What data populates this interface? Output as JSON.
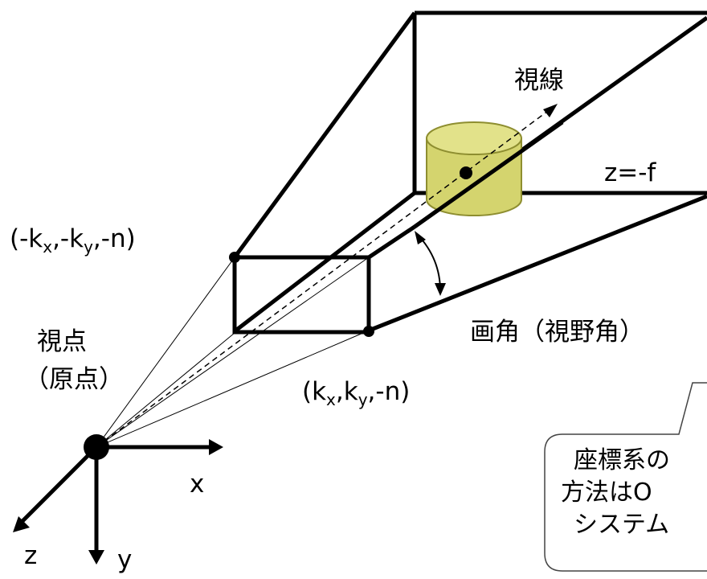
{
  "labels": {
    "view_direction": "視線",
    "far_plane": "z=-f",
    "corner_upper_left": "(-kx,-ky,-n)",
    "corner_lower_right": "(kx,ky,-n)",
    "field_of_view": "画角（視野角）",
    "viewpoint_line1": "視点",
    "viewpoint_line2": "（原点）",
    "axis_x": "x",
    "axis_y": "y",
    "axis_z": "z"
  },
  "callout": {
    "line1": "座標系の",
    "line2": "方法はO",
    "line3": "システム"
  },
  "colors": {
    "line": "#000000",
    "cylinder_side": "#d4d46e",
    "cylinder_top": "#e2e28a",
    "cylinder_stroke": "#8e8e30",
    "callout_fill": "#ffffff",
    "callout_stroke": "#444444"
  }
}
